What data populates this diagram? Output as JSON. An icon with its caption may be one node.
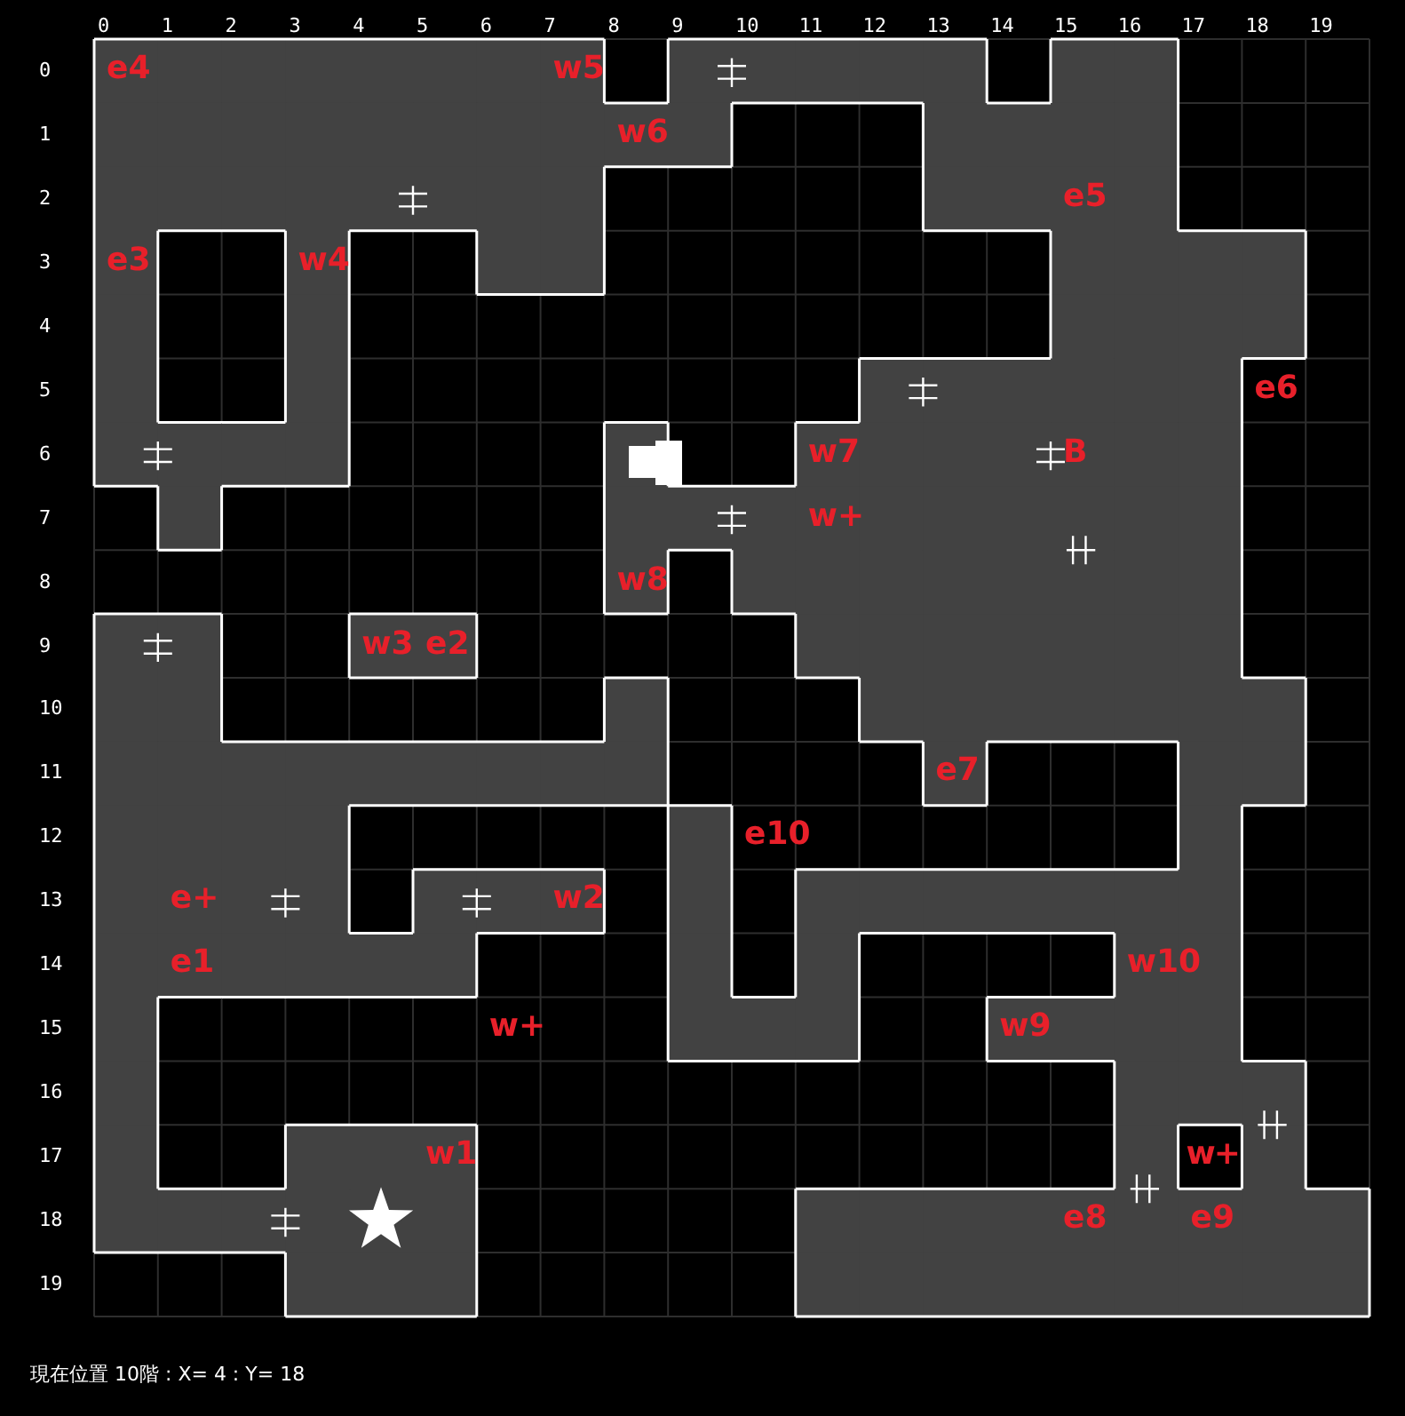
{
  "diagram": {
    "labels": [
      "0",
      "1",
      "2",
      "3",
      "4",
      "5",
      "6",
      "7",
      "8",
      "9",
      "10",
      "11",
      "12",
      "13",
      "14",
      "15",
      "16",
      "17",
      "18",
      "19",
      "0",
      "1",
      "2",
      "3",
      "4",
      "5",
      "6",
      "7",
      "8",
      "9",
      "10",
      "11",
      "12",
      "13",
      "14",
      "15",
      "16",
      "17",
      "18",
      "19",
      "e4",
      "w5",
      "w6",
      "e5",
      "e3",
      "w4",
      "e6",
      "w7",
      "B",
      "w+",
      "w8",
      "w3",
      "e2",
      "e7",
      "e10",
      "e+",
      "w2",
      "e1",
      "w10",
      "w+",
      "w9",
      "w1",
      "w+",
      "e8",
      "e9",
      "現在位置 10階 : X= 4 : Y= 18"
    ]
  }
}
